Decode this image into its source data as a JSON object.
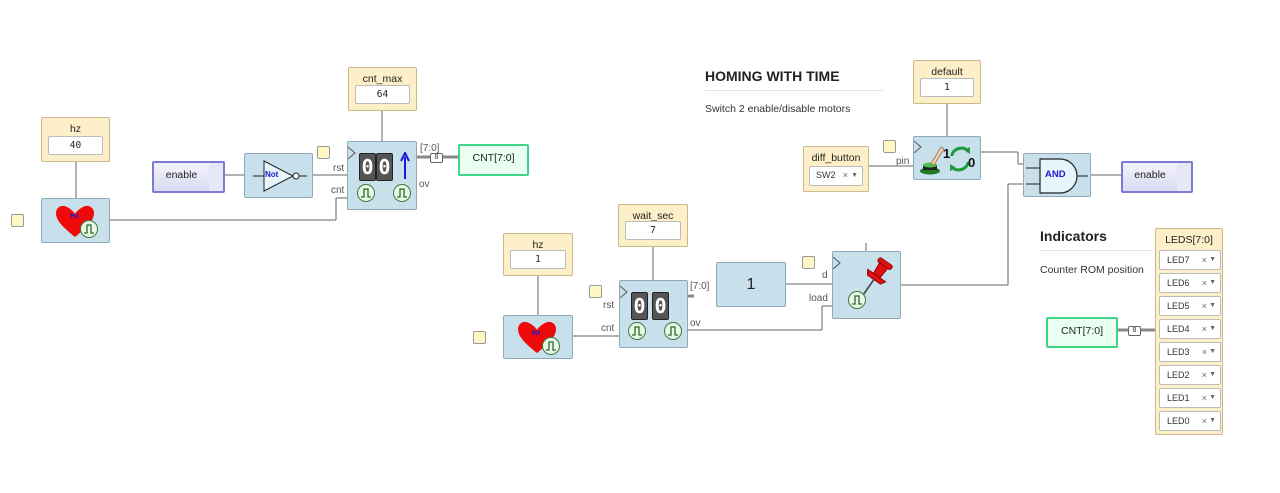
{
  "heading": {
    "title": "HOMING WITH TIME",
    "description": "Switch 2 enable/disable motors"
  },
  "indicators": {
    "title": "Indicators",
    "description": "Counter ROM position"
  },
  "params": {
    "hz_left": {
      "label": "hz",
      "value": "40"
    },
    "cnt_max": {
      "label": "cnt_max",
      "value": "64"
    },
    "hz_mid": {
      "label": "hz",
      "value": "1"
    },
    "wait_sec": {
      "label": "wait_sec",
      "value": "7"
    },
    "default": {
      "label": "default",
      "value": "1"
    }
  },
  "diff_button": {
    "label": "diff_button",
    "value": "SW2",
    "clear": "×",
    "caret": "▼"
  },
  "pins": {
    "rst1": "rst",
    "cnt1": "cnt",
    "ov1": "ov",
    "bus1": "[7:0]",
    "rst2": "rst",
    "cnt2": "cnt",
    "ov2": "ov",
    "bus2": "[7:0]",
    "pin": "pin",
    "d": "d",
    "load": "load"
  },
  "inputs": {
    "enable": "enable"
  },
  "outputs": {
    "enable": "enable",
    "cnt_top": "CNT[7:0]",
    "cnt_bottom": "CNT[7:0]"
  },
  "gates": {
    "not": "Not",
    "and": "AND"
  },
  "bus_width": "8",
  "counter_digits": [
    "0",
    "0"
  ],
  "hz_icon_text": "Hz",
  "constant": "1",
  "button_states": {
    "on": "1",
    "off": "0"
  },
  "leds": {
    "title": "LEDS[7:0]",
    "clear": "×",
    "caret": "▼",
    "items": [
      "LED7",
      "LED6",
      "LED5",
      "LED4",
      "LED3",
      "LED2",
      "LED1",
      "LED0"
    ]
  },
  "colors": {
    "block": "#c8e0ec",
    "param": "#fdf0c8",
    "output_border": "#7b7bd4",
    "cnt_border": "#3ed684",
    "wire": "#666666"
  }
}
